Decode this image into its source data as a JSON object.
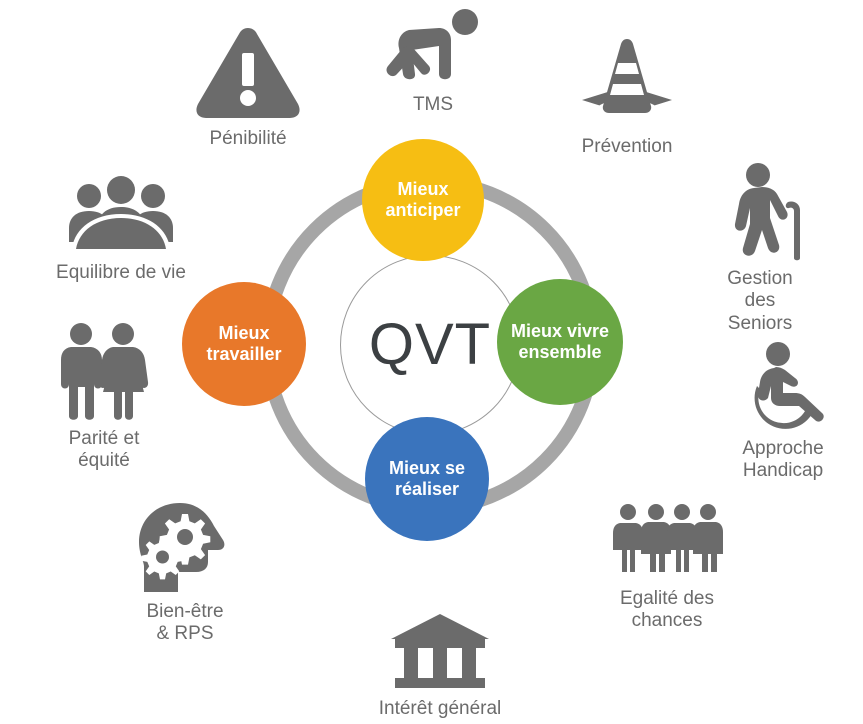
{
  "diagram": {
    "title": "QVT",
    "center": {
      "label": "QVT",
      "border_color": "#9a9a9a"
    },
    "ring_color": "#a6a6a6",
    "icon_color": "#6b6b6b",
    "label_color": "#6b6b6b",
    "nodes": [
      {
        "id": "mieux-anticiper",
        "label": "Mieux anticiper",
        "position": "top",
        "color": "#f6be13"
      },
      {
        "id": "mieux-vivre-ensemble",
        "label": "Mieux vivre ensemble",
        "position": "right",
        "color": "#6aa744"
      },
      {
        "id": "mieux-se-realiser",
        "label": "Mieux se réaliser",
        "position": "bottom",
        "color": "#3a74bd"
      },
      {
        "id": "mieux-travailler",
        "label": "Mieux travailler",
        "position": "left",
        "color": "#e8782a"
      }
    ],
    "satellites": [
      {
        "id": "penibilite",
        "label": "Pénibilité",
        "icon": "warning-triangle-icon"
      },
      {
        "id": "tms",
        "label": "TMS",
        "icon": "person-lifting-icon"
      },
      {
        "id": "prevention",
        "label": "Prévention",
        "icon": "traffic-cone-icon"
      },
      {
        "id": "seniors",
        "label": "Gestion\ndes\nSeniors",
        "icon": "elderly-person-cane-icon"
      },
      {
        "id": "handicap",
        "label": "Approche\nHandicap",
        "icon": "wheelchair-icon"
      },
      {
        "id": "egalite",
        "label": "Egalité des\nchances",
        "icon": "four-people-icon"
      },
      {
        "id": "interet",
        "label": "Intérêt général",
        "icon": "classical-building-icon"
      },
      {
        "id": "bienetre",
        "label": "Bien-être\n& RPS",
        "icon": "head-with-gears-icon"
      },
      {
        "id": "parite",
        "label": "Parité et\néquité",
        "icon": "couple-icon"
      },
      {
        "id": "equilibre",
        "label": "Equilibre de vie",
        "icon": "group-of-people-icon"
      }
    ]
  }
}
